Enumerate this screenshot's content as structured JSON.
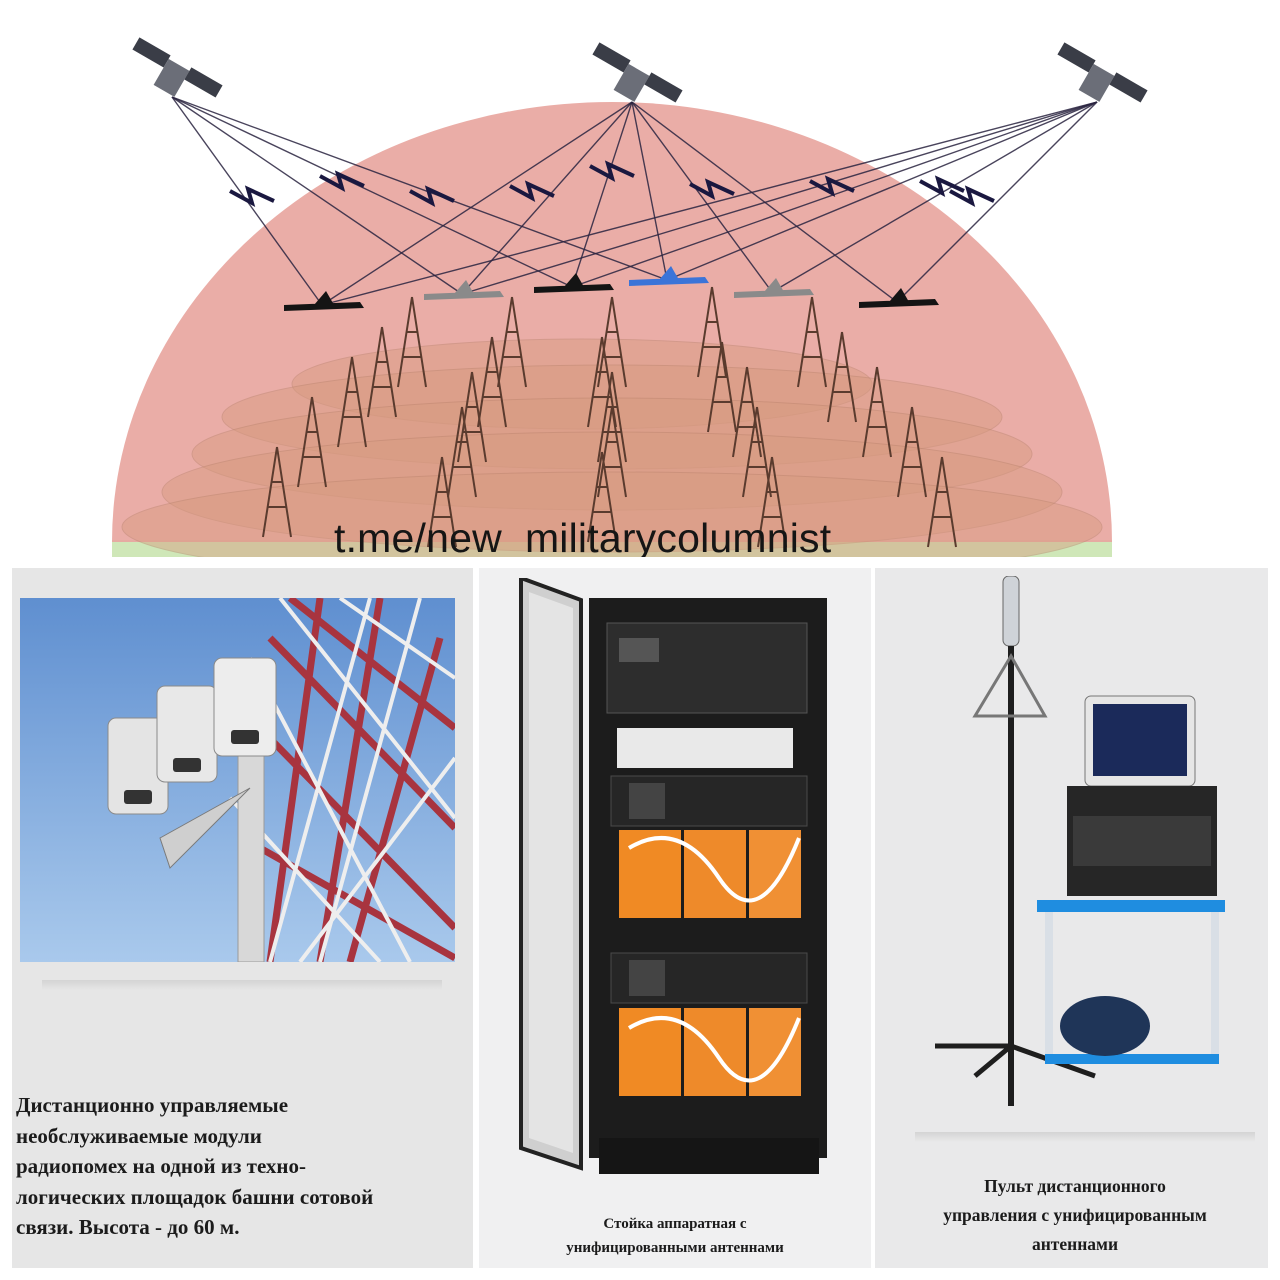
{
  "top_panel": {
    "watermark": "t.me/new_military­columnist",
    "satellite_icon": "satellite-icon",
    "tower_icon": "radio-tower-icon",
    "aircraft_icons": [
      "cruise-missile-icon",
      "helicopter-icon",
      "drone-icon",
      "missile-icon",
      "fighter-jet-icon",
      "cruise-missile-icon"
    ],
    "colors": {
      "dome": "#e8a6a0",
      "coverage": "#d79b7f",
      "ground": "#cfe7b8",
      "link": "#2a2440"
    }
  },
  "panels": [
    {
      "caption_lines": [
        "Дистанционно управляемые",
        "необслуживаемые модули",
        "радиопомех на одной из техно-",
        "логических площадок башни сотовой",
        "связи. Высота - до 60 м."
      ]
    },
    {
      "caption_lines": [
        "Стойка аппаратная с",
        "унифицированными антеннами"
      ]
    },
    {
      "caption_lines": [
        "Пульт дистанционного",
        "управления с унифицированным",
        "антеннами"
      ]
    }
  ]
}
